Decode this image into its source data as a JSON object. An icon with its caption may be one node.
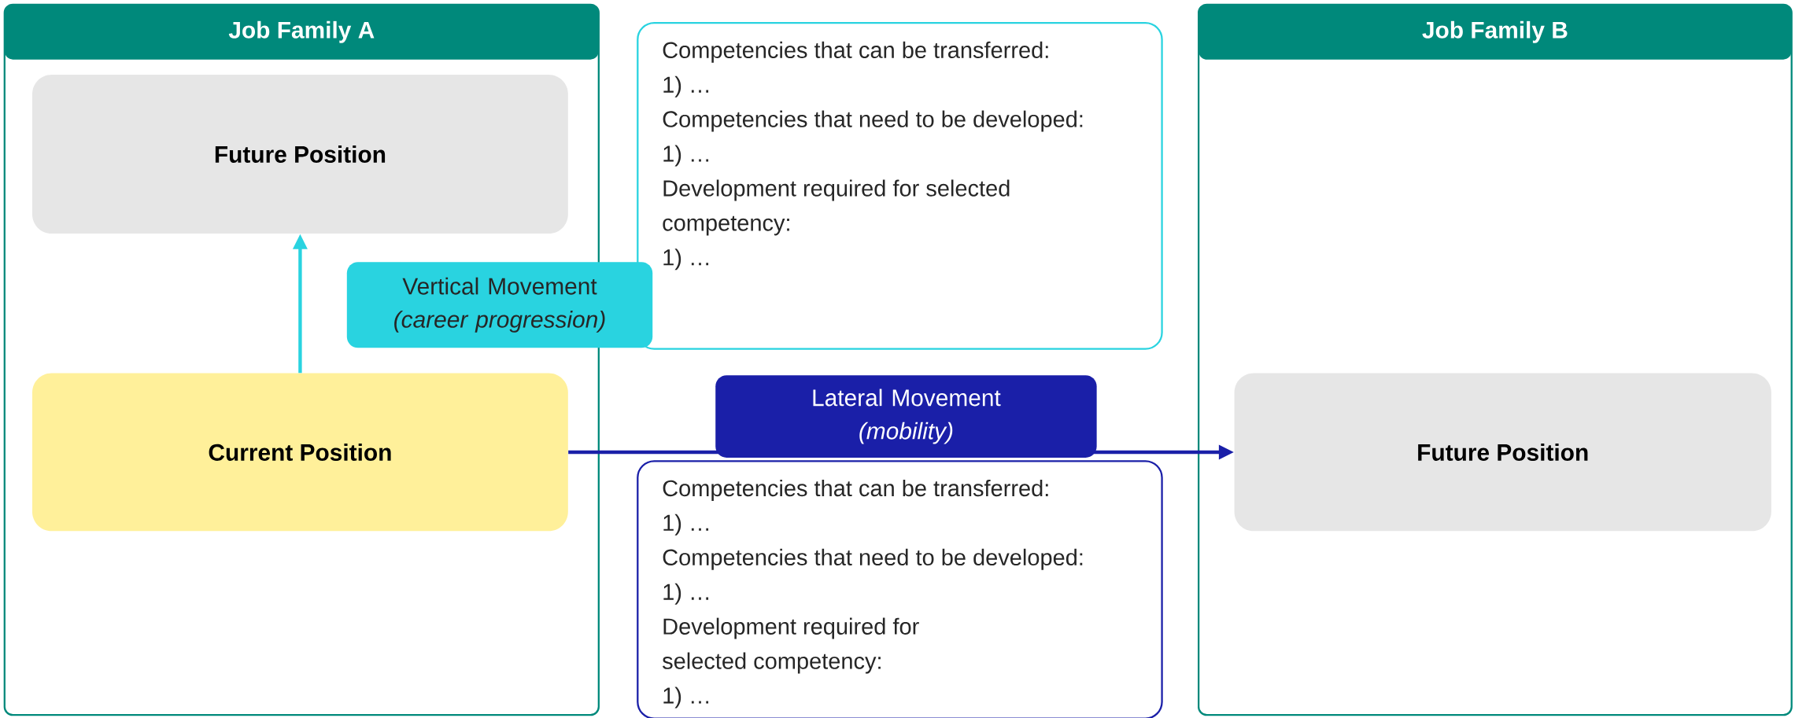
{
  "diagram": {
    "nodes": [
      {
        "text": [
          "Job Family A"
        ]
      },
      {
        "text": [
          "Future Position"
        ],
        "in": 0
      },
      {
        "text": [
          "Current Position"
        ],
        "in": 0
      },
      {
        "text": [
          "Competencies that can be transferred:",
          "1) …",
          "Competencies that need to be developed:",
          "1) …",
          "Development required for selected competency:",
          "1) …"
        ]
      },
      {
        "text": [
          "Competencies that can be transferred:",
          "1) …",
          "Competencies that need to be developed:",
          "1) …",
          "Development required for selected competency:",
          "1) …"
        ]
      },
      {
        "text": [
          "Job Family B"
        ]
      },
      {
        "text": [
          "Future Position"
        ],
        "in": 5
      }
    ],
    "edges": [
      {
        "from": 2,
        "to": 1,
        "arrow": "to",
        "label": "Vertical Movement *(career progression)*",
        "color": "#29d3e0"
      },
      {
        "from": 2,
        "to": 6,
        "arrow": "to",
        "label": "Lateral Movement *(mobility)*",
        "color": "#1a1fa8"
      }
    ]
  }
}
